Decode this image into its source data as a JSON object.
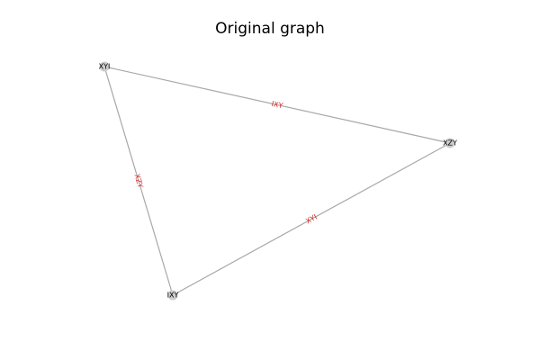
{
  "title": "Original graph",
  "colors": {
    "edge": "#a8a8a8",
    "edge_label": "#d62728",
    "node": "#cccccc"
  },
  "nodes": [
    {
      "id": "XYI",
      "label": "XYI"
    },
    {
      "id": "XZY",
      "label": "XZY"
    },
    {
      "id": "IXY",
      "label": "IXY"
    }
  ],
  "edges": [
    {
      "source": "XYI",
      "target": "XZY",
      "label": "IXY"
    },
    {
      "source": "XYI",
      "target": "IXY",
      "label": "XZY"
    },
    {
      "source": "IXY",
      "target": "XZY",
      "label": "XYI"
    }
  ]
}
